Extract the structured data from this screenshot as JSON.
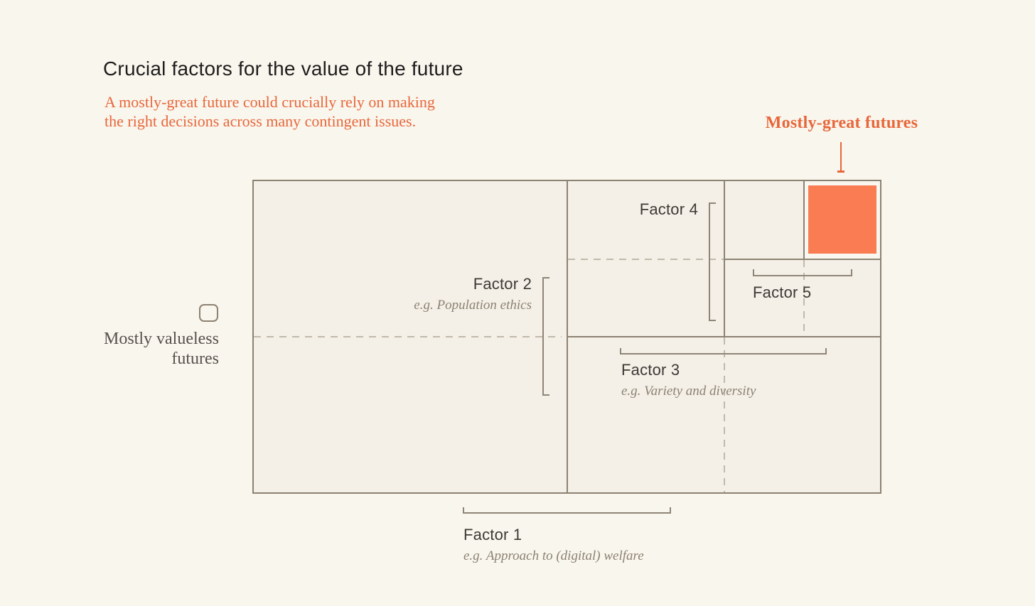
{
  "title": "Crucial factors for the value of the future",
  "subtitle": {
    "line1": "A mostly-great future could crucially rely on making",
    "line2": "the right decisions across many contingent issues."
  },
  "legend": {
    "great": {
      "label": "Mostly-great futures"
    },
    "valueless": {
      "line1": "Mostly valueless",
      "line2": "futures"
    }
  },
  "factors": [
    {
      "label": "Factor 1",
      "example": "e.g. Approach to (digital) welfare"
    },
    {
      "label": "Factor 2",
      "example": "e.g. Population ethics"
    },
    {
      "label": "Factor 3",
      "example": "e.g. Variety and diversity"
    },
    {
      "label": "Factor 4",
      "example": ""
    },
    {
      "label": "Factor 5",
      "example": ""
    }
  ],
  "colors": {
    "page_bg": "#f9f6ee",
    "box_bg": "#f4f0e7",
    "light_cell_bg": "#faf7f0",
    "border": "#8c8272",
    "dash": "#c1b9ab",
    "bracket": "#8f8577",
    "accent_orange": "#e8673a",
    "square_orange": "#f97c52",
    "title_color": "#1e1d1b",
    "factor_label_color": "#3d3935",
    "example_color": "#8b8172",
    "valueless_color": "#57514b"
  }
}
